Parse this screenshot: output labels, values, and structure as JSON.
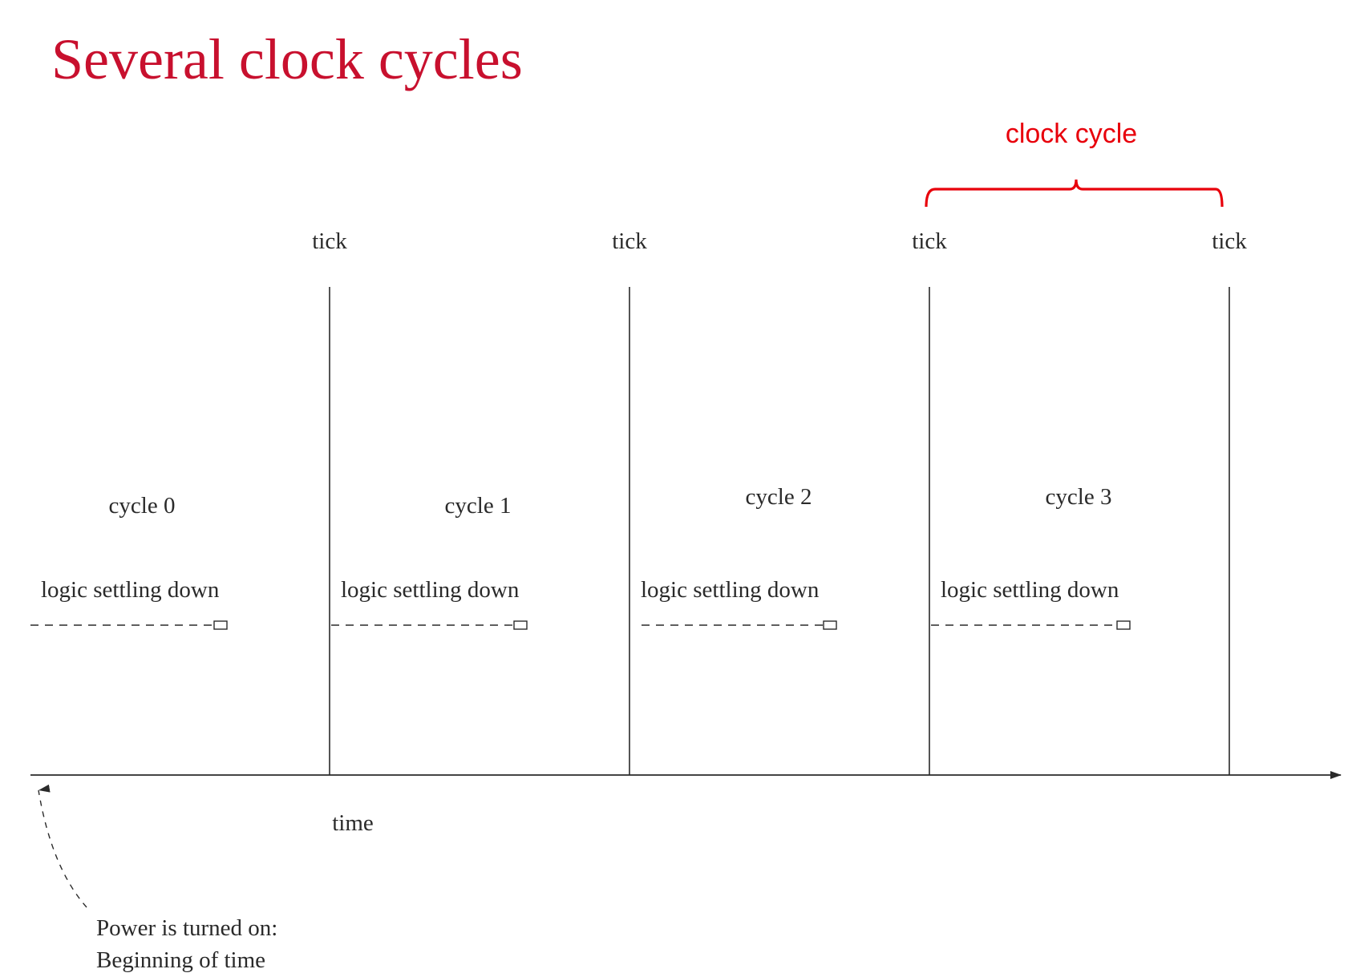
{
  "title": "Several clock cycles",
  "colors": {
    "title": "#c8102e",
    "annotation": "#e8000b",
    "ink": "#2a2a2a"
  },
  "annotation": {
    "label": "clock cycle"
  },
  "ticks": [
    {
      "label": "tick"
    },
    {
      "label": "tick"
    },
    {
      "label": "tick"
    },
    {
      "label": "tick"
    }
  ],
  "cycles": [
    {
      "label": "cycle 0",
      "settling_label": "logic settling down"
    },
    {
      "label": "cycle 1",
      "settling_label": "logic settling down"
    },
    {
      "label": "cycle 2",
      "settling_label": "logic settling down"
    },
    {
      "label": "cycle 3",
      "settling_label": "logic settling down"
    }
  ],
  "axis": {
    "label": "time"
  },
  "power_note": {
    "line1": "Power is turned on:",
    "line2": "Beginning of time"
  }
}
